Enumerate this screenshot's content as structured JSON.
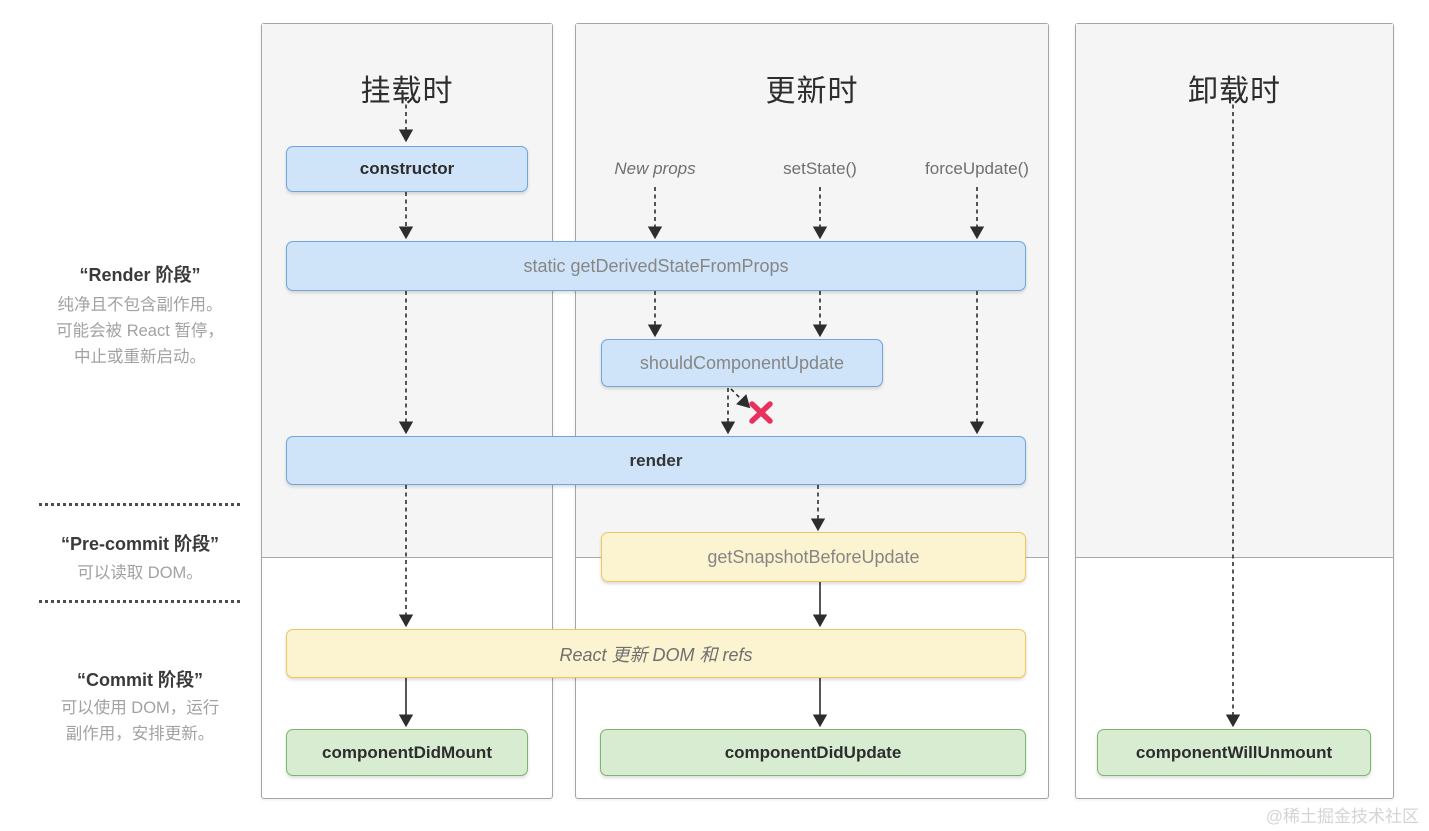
{
  "diagram": {
    "watermark": "@稀土掘金技术社区",
    "phases": [
      {
        "title": "“Render 阶段”",
        "desc_lines": [
          "纯净且不包含副作用。",
          "可能会被 React 暂停，",
          "中止或重新启动。"
        ]
      },
      {
        "title": "“Pre-commit 阶段”",
        "desc_lines": [
          "可以读取 DOM。"
        ]
      },
      {
        "title": "“Commit 阶段”",
        "desc_lines": [
          "可以使用 DOM，运行",
          "副作用，安排更新。"
        ]
      }
    ],
    "columns": [
      {
        "title": "挂载时"
      },
      {
        "title": "更新时",
        "triggers": [
          "New props",
          "setState()",
          "forceUpdate()"
        ]
      },
      {
        "title": "卸载时"
      }
    ],
    "nodes": {
      "constructor": "constructor",
      "get_derived": "static getDerivedStateFromProps",
      "should_update": "shouldComponentUpdate",
      "render": "render",
      "get_snapshot": "getSnapshotBeforeUpdate",
      "react_updates": "React 更新 DOM 和 refs",
      "did_mount": "componentDidMount",
      "did_update": "componentDidUpdate",
      "will_unmount": "componentWillUnmount"
    },
    "colors": {
      "blue_fill": "#cfe4f8",
      "blue_border": "#6ea6dd",
      "yellow_fill": "#fcf3d0",
      "yellow_border": "#e9c95e",
      "green_fill": "#d7ecd1",
      "green_border": "#7db56a",
      "column_bg": "#f5f5f5",
      "x_mark": "#e8315f",
      "arrow": "#2d2d2d"
    }
  }
}
